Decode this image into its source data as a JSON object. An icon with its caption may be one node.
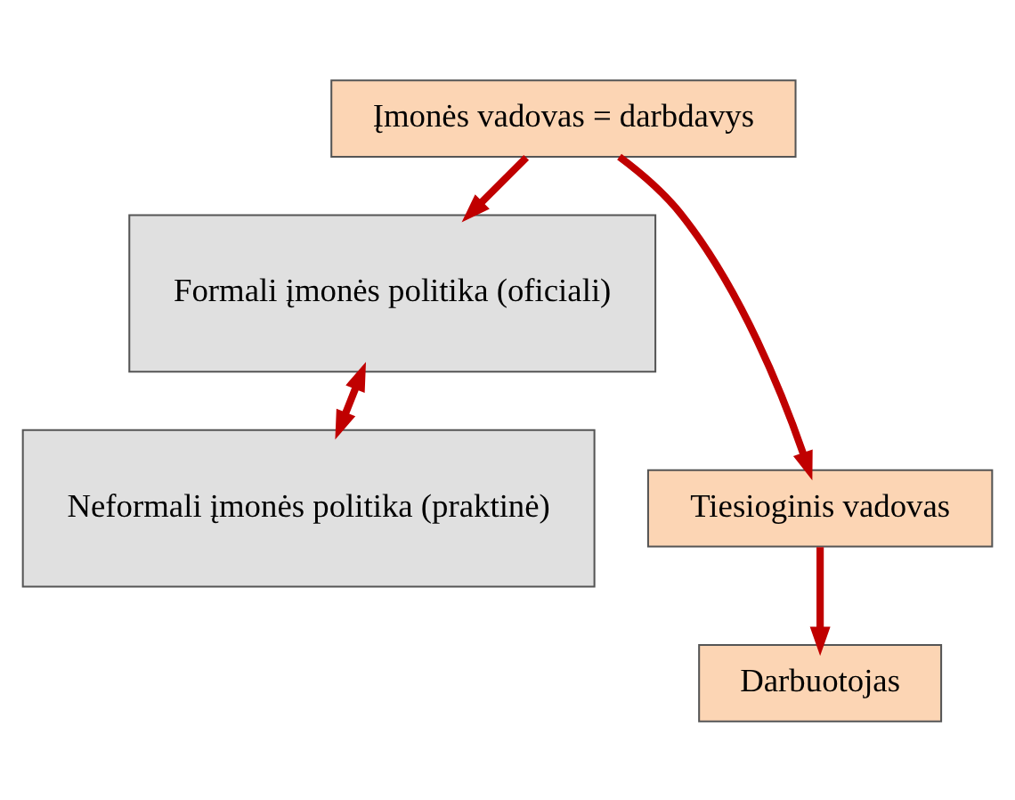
{
  "diagram": {
    "nodes": [
      {
        "text": [
          "Įmonės vadovas = darbdavys"
        ]
      },
      {
        "text": [
          "Formali įmonės politika (oficiali)"
        ]
      },
      {
        "text": [
          "Neformali įmonės politika (praktinė)"
        ]
      },
      {
        "text": [
          "Tiesioginis vadovas"
        ]
      },
      {
        "text": [
          "Darbuotojas"
        ]
      }
    ],
    "edges": [
      {
        "from": 0,
        "to": 1,
        "arrow": "to"
      },
      {
        "from": 0,
        "to": 3,
        "arrow": "to"
      },
      {
        "from": 1,
        "to": 2,
        "arrow": "both"
      },
      {
        "from": 3,
        "to": 4,
        "arrow": "to"
      }
    ]
  }
}
